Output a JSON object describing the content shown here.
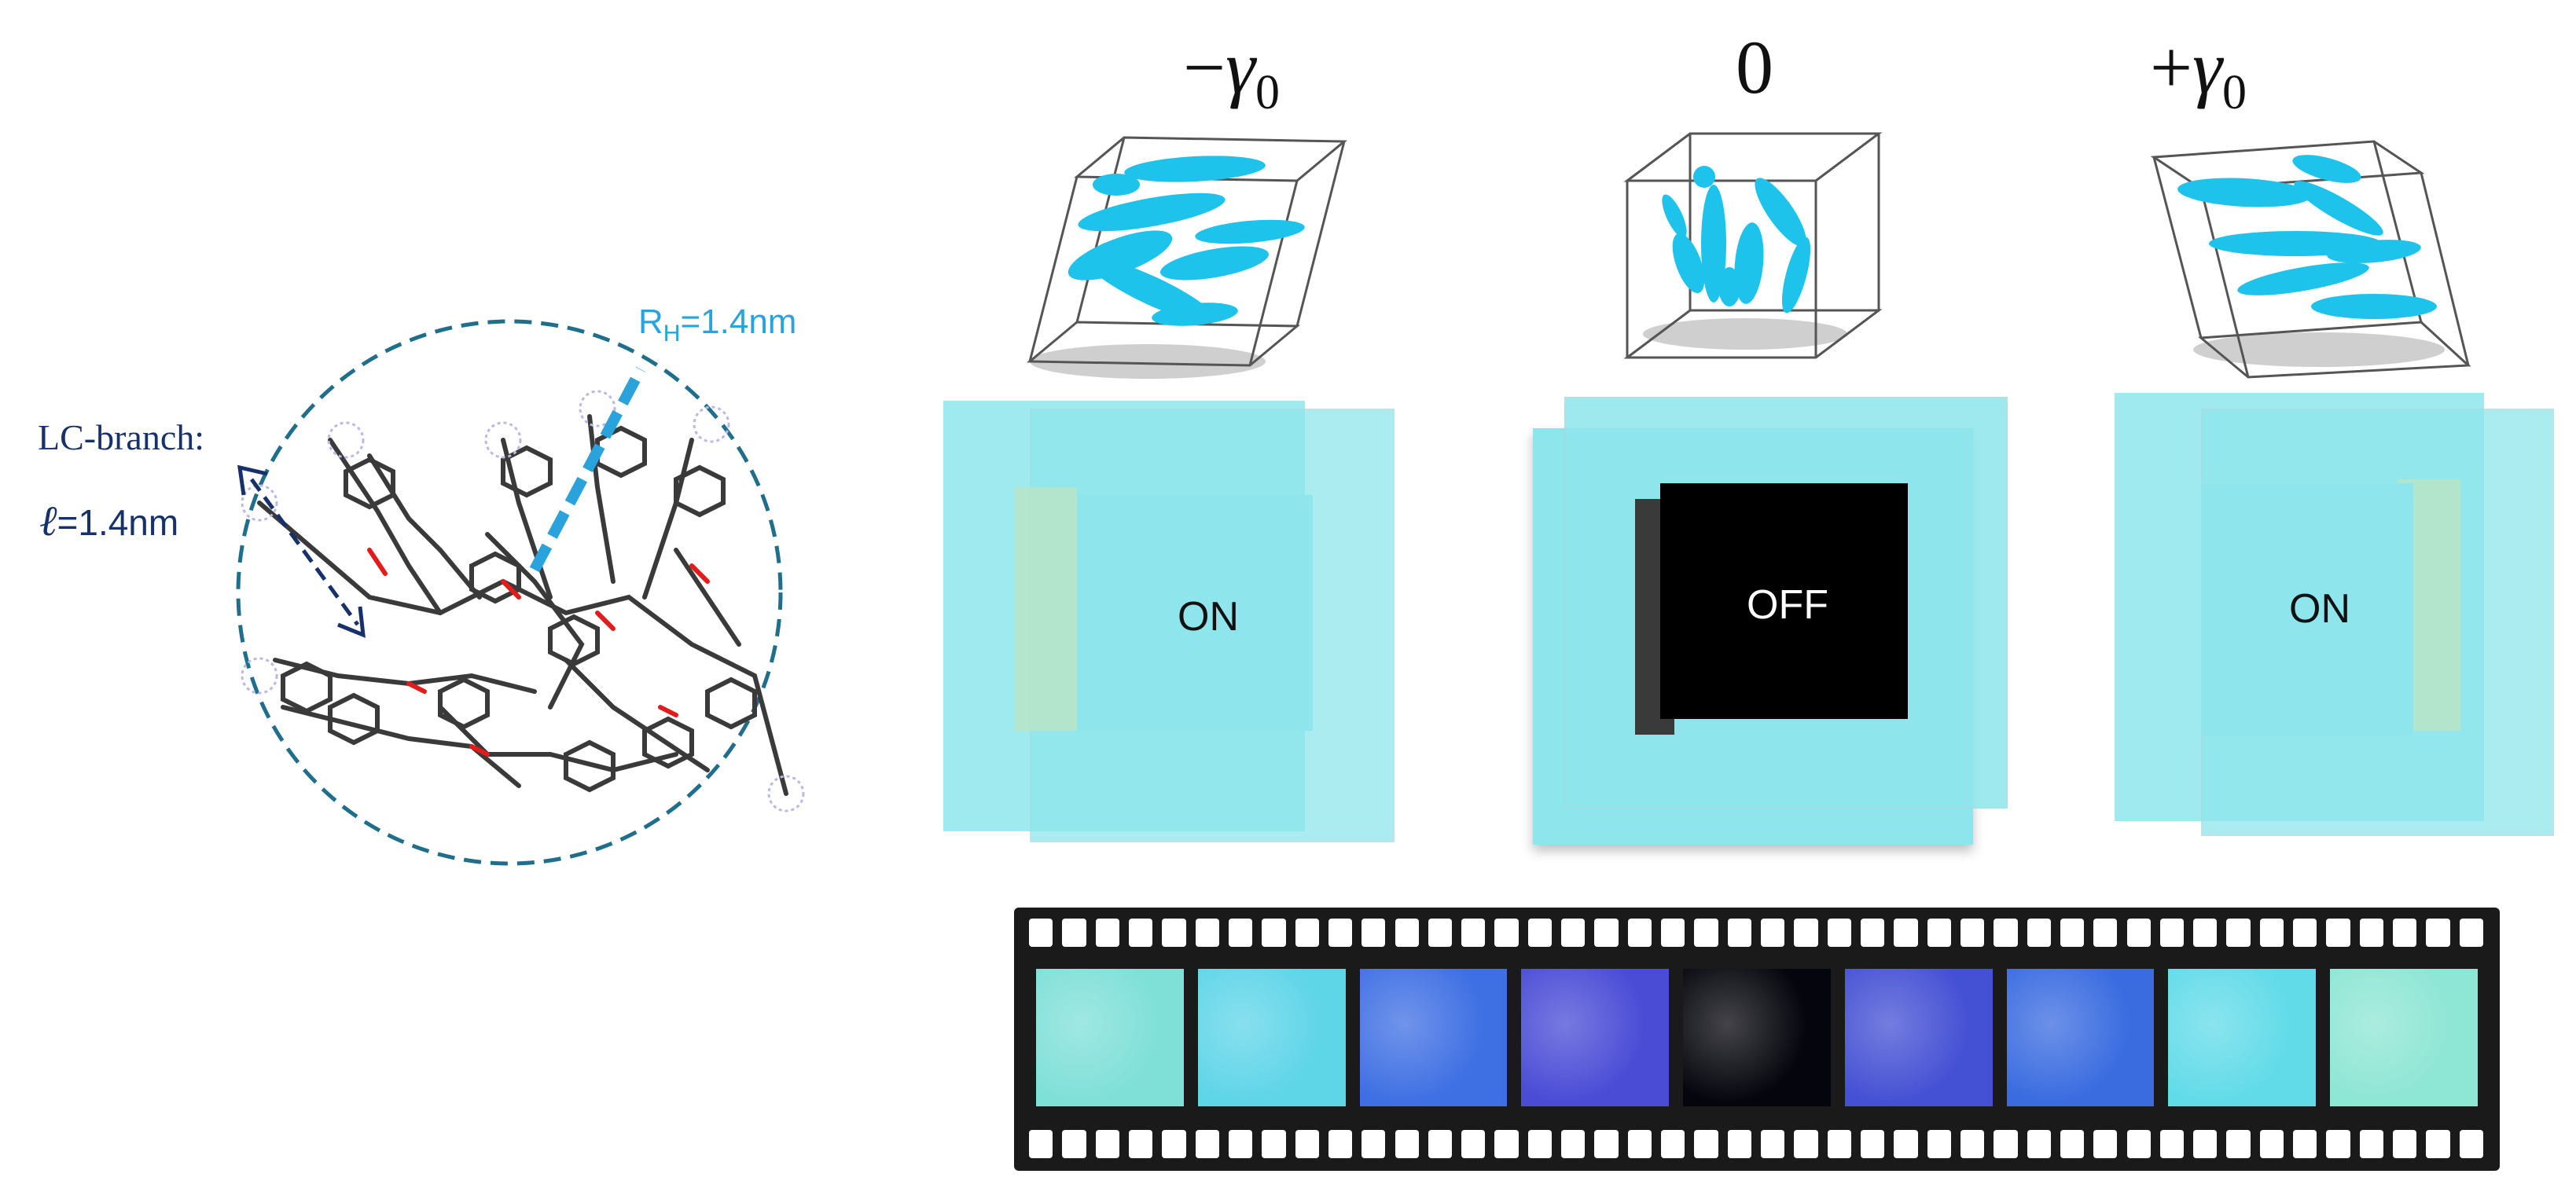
{
  "molecule": {
    "rh_label_main": "R",
    "rh_label_sub": "H",
    "rh_label_value": "=1.4nm",
    "branch_label": "LC-branch:",
    "length_symbol": "ℓ",
    "length_value": "=1.4nm"
  },
  "states": [
    {
      "title_sign": "−",
      "title_symbol": "γ",
      "title_sub": "0",
      "switch_label": "ON"
    },
    {
      "title_sign": "",
      "title_symbol": "0",
      "title_sub": "",
      "switch_label": "OFF"
    },
    {
      "title_sign": "+",
      "title_symbol": "γ",
      "title_sub": "0",
      "switch_label": "ON"
    }
  ],
  "colors": {
    "ellipsoid": "#1ec3ec",
    "plate": "#8ee6ec",
    "off_square": "#000000",
    "rh_line": "#2aa3dd",
    "circle": "#1e6e8c",
    "arrow": "#17326a"
  },
  "filmstrip": {
    "frame_colors": [
      "#7fe0d8",
      "#5fd5e8",
      "#3f70e3",
      "#4a4cd6",
      "#05050d",
      "#4551d4",
      "#3a6ce0",
      "#62dbe8",
      "#8ee6d4"
    ]
  }
}
